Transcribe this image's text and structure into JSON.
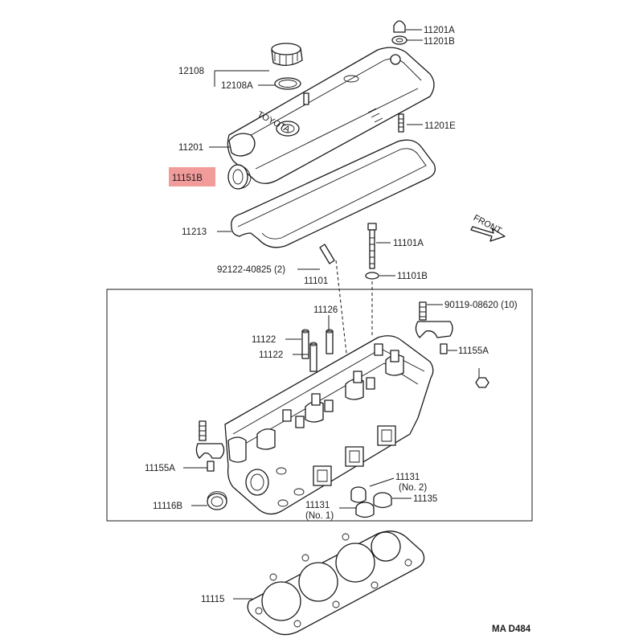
{
  "labels": {
    "l12108": "12108",
    "l12108A": "12108A",
    "l11201A": "11201A",
    "l11201B": "11201B",
    "l11201E": "11201E",
    "l11201": "11201",
    "l11151B": "11151B",
    "l11213": "11213",
    "l11101A": "11101A",
    "l92122": "92122-40825 (2)",
    "l11101": "11101",
    "l11101B": "11101B",
    "l90119": "90119-08620 (10)",
    "l11126": "11126",
    "l11122a": "11122",
    "l11122b": "11122",
    "l11155Ar": "11155A",
    "l11155Al": "11155A",
    "l11116B": "11116B",
    "l11131top": "11131",
    "l11131topsub": "(No. 2)",
    "l11135": "11135",
    "l11131bot": "11131",
    "l11131botsub": "(No. 1)",
    "l11115": "11115",
    "front": "FRONT",
    "toyota": "TOYOTA",
    "code": "MA  D484"
  },
  "highlight": {
    "part": "11151B",
    "color": "#f08a8a"
  },
  "colors": {
    "line": "#1a1a1a",
    "background": "#ffffff"
  }
}
